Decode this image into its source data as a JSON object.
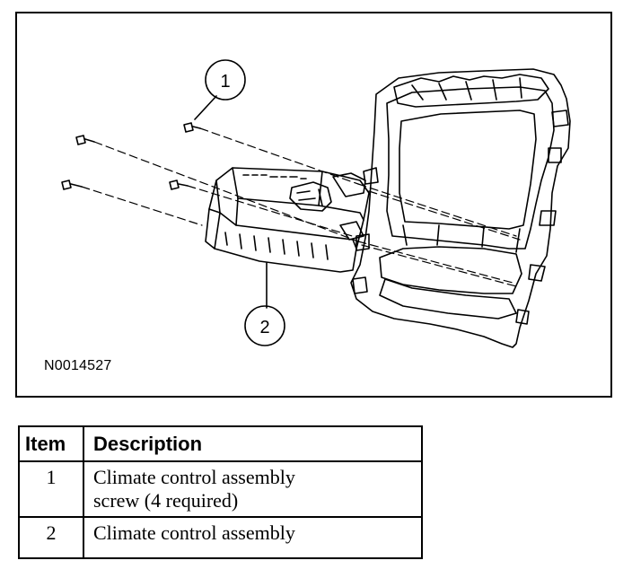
{
  "figure": {
    "id": "N0014527",
    "callouts": [
      {
        "number": "1"
      },
      {
        "number": "2"
      }
    ]
  },
  "table": {
    "headers": {
      "item": "Item",
      "description": "Description"
    },
    "rows": [
      {
        "item": "1",
        "description_line1": "Climate control assembly",
        "description_line2": "screw (4 required)"
      },
      {
        "item": "2",
        "description_line1": "Climate control assembly",
        "description_line2": ""
      }
    ]
  }
}
